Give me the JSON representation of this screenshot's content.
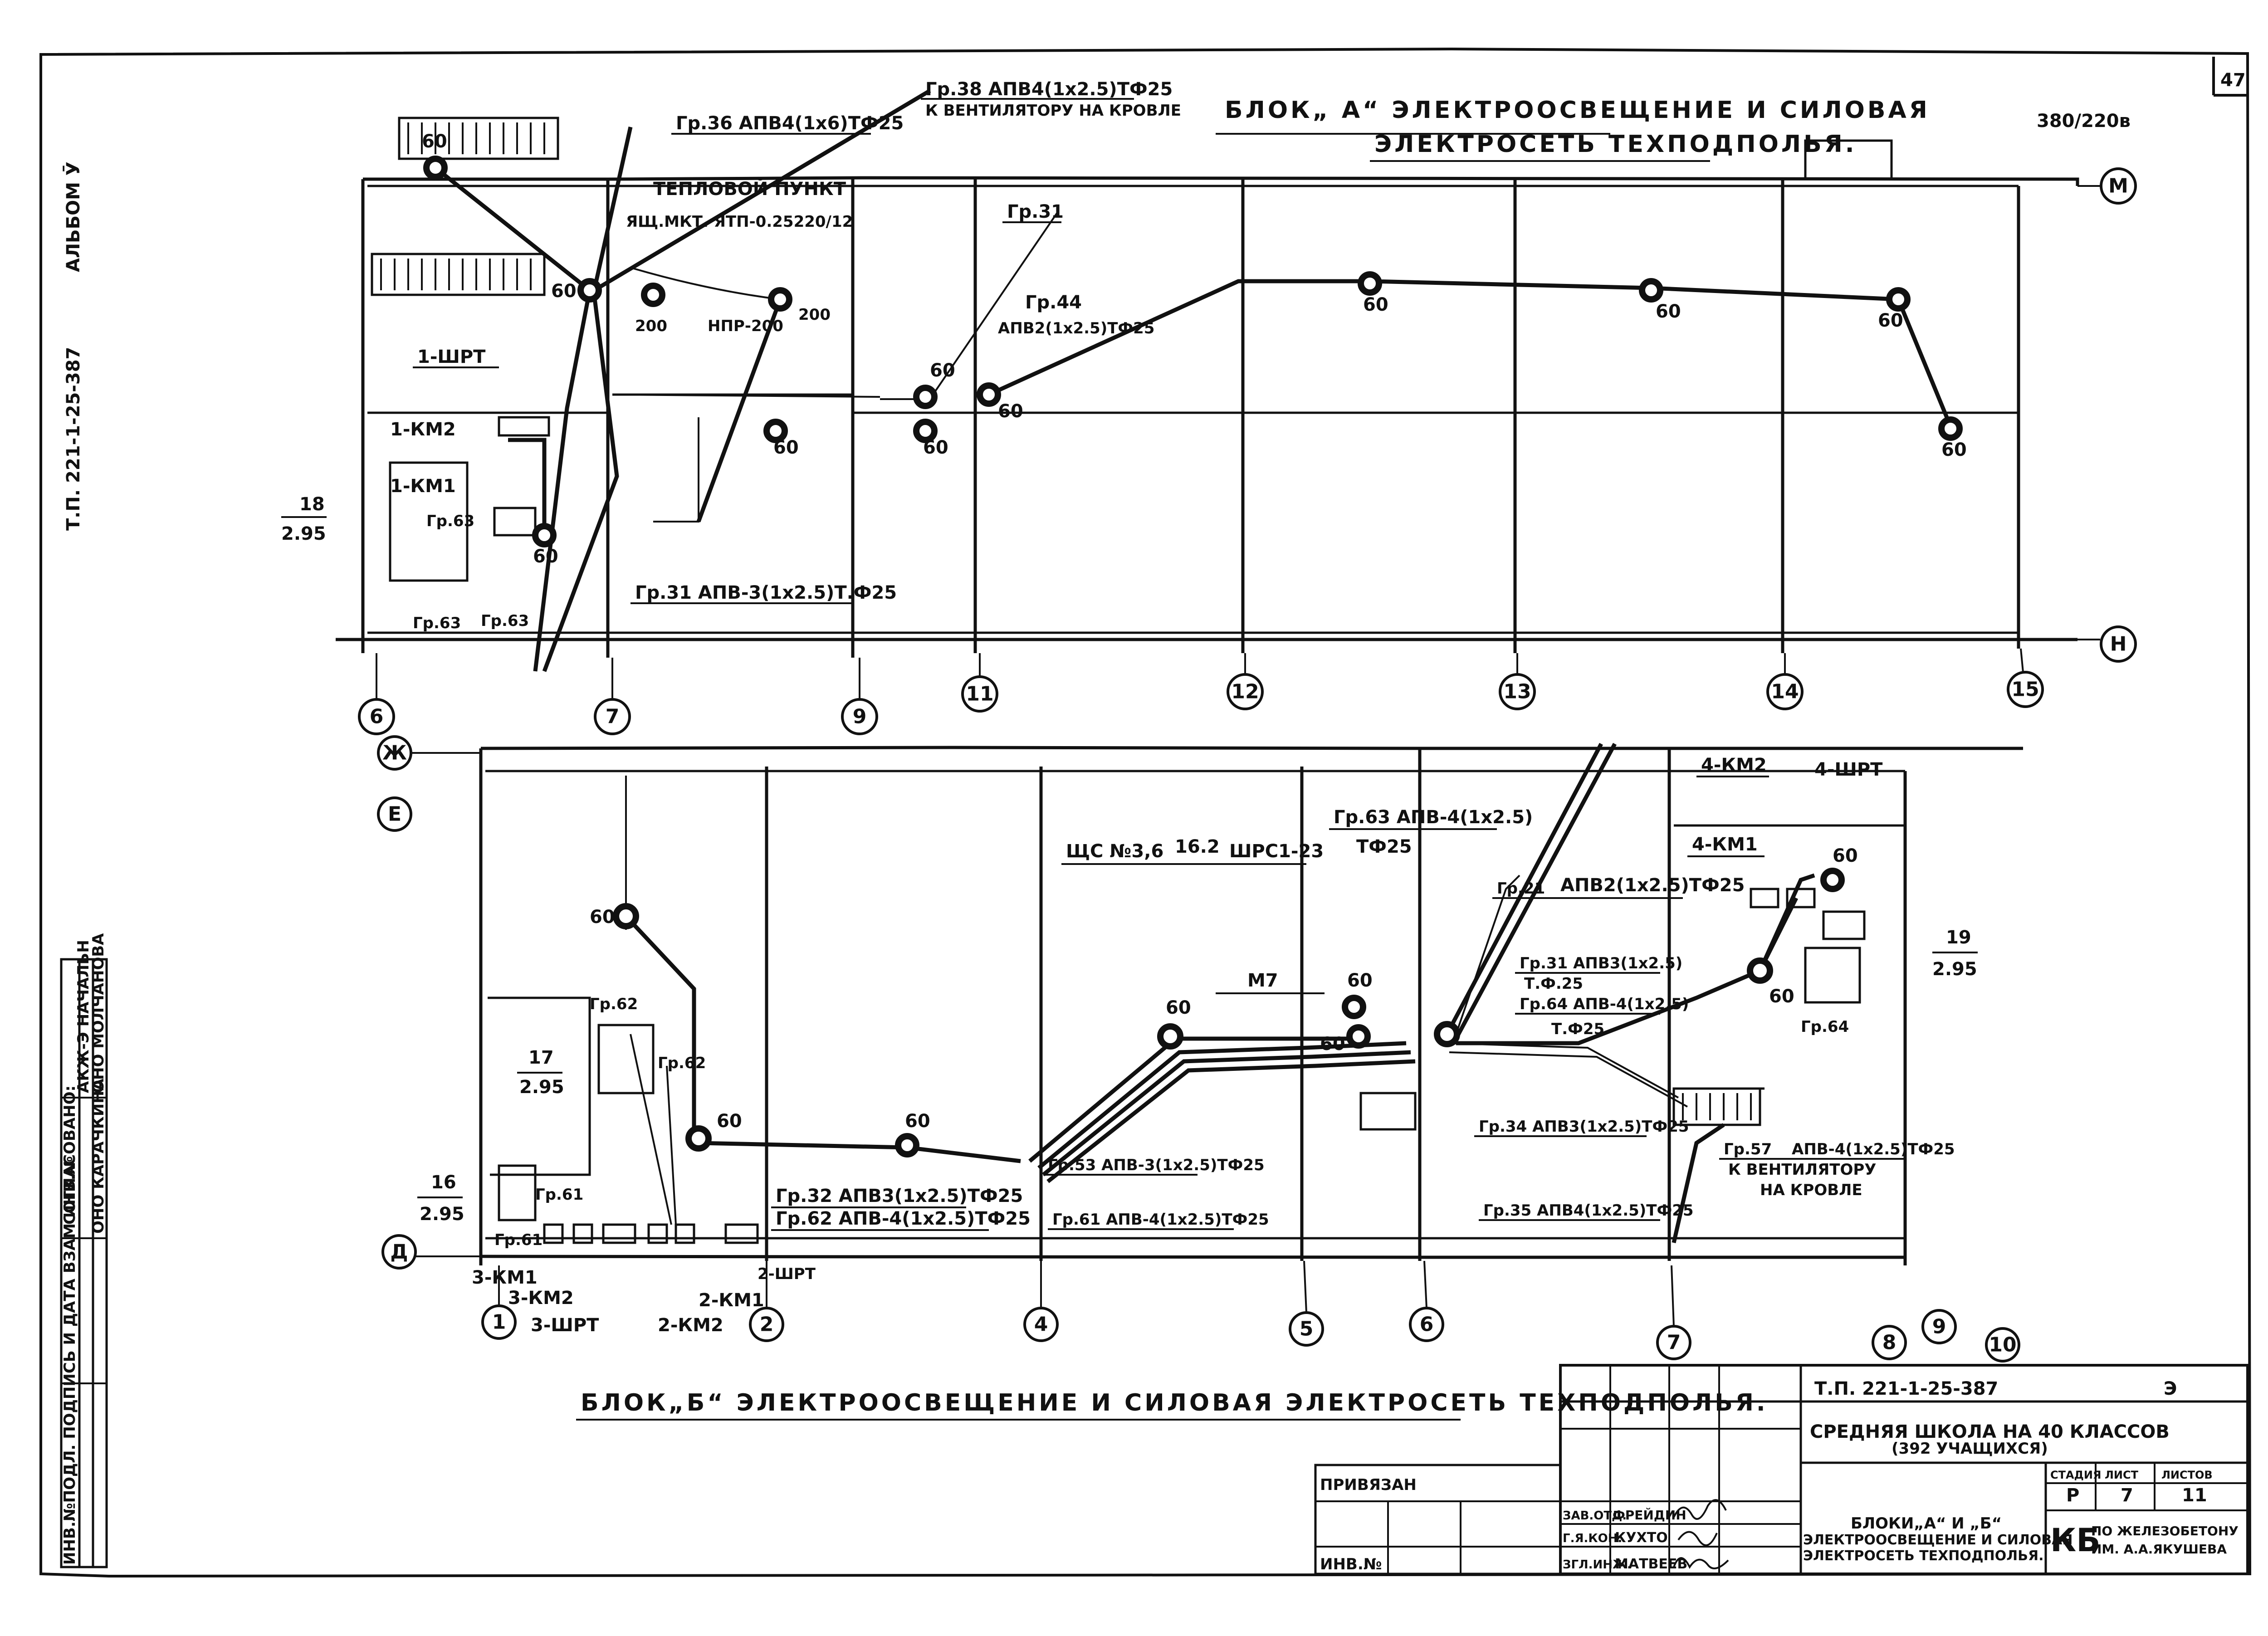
{
  "sheet_number": "47",
  "voltage": "380/220в",
  "album_side": "АЛЬБОМ Ӯ",
  "project_code_side": "Т.П. 221-1-25-387",
  "block_a": {
    "title_line1": "БЛОК„ А“  ЭЛЕКТРООСВЕЩЕНИЕ И СИЛОВАЯ",
    "title_line2": "ЭЛЕКТРОСЕТЬ ТЕХПОДПОЛЬЯ.",
    "labels": {
      "gr36": "Гр.36 АПВ4(1х6)ТФ25",
      "gr38": "Гр.38 АПВ4(1х2.5)ТФ25",
      "to_fan": "К ВЕНТИЛЯТОРУ НА КРОВЛЕ",
      "heat_point": "ТЕПЛОВОЙ ПУНКТ",
      "panel": "ЯЩ.МКТ. ЯТП-0.25220/12",
      "gr31_top": "Гр.31",
      "gr44": "Гр.44",
      "gr44_cable": "АПВ2(1х2.5)ТФ25",
      "shrt1": "1-ШРТ",
      "km2": "1-КМ2",
      "km1": "1-КМ1",
      "gr63a": "Гр.63",
      "gr63b": "Гр.63",
      "gr63c": "Гр.63",
      "gr31_cable": "Гр.31 АПВ-3(1х2.5)Т.Ф25",
      "lamp200": "200",
      "npr": "НПР-200",
      "lamp200b": "200",
      "frac_num": "18",
      "frac_den": "2.95"
    },
    "lamp_labels": [
      "60",
      "60",
      "60",
      "60",
      "60",
      "60",
      "60",
      "60",
      "60",
      "60",
      "60"
    ],
    "axes_x": [
      "6",
      "7",
      "9",
      "11",
      "12",
      "13",
      "14",
      "15"
    ],
    "axes_y": [
      "М",
      "Н"
    ]
  },
  "block_b": {
    "title": "БЛОК„Б“  ЭЛЕКТРООСВЕЩЕНИЕ И СИЛОВАЯ ЭЛЕКТРОСЕТЬ ТЕХПОДПОЛЬЯ.",
    "labels": {
      "shch": "ЩС №3,6",
      "shch_frac": "16.2",
      "shrs": "ШРС1-23",
      "gr63": "Гр.63 АПВ-4(1х2.5)",
      "gr63b": "ТФ25",
      "gr21": "Гр.21",
      "gr21_cable": "АПВ2(1х2.5)ТФ25",
      "gr31": "Гр.31 АПВ3(1х2.5)",
      "gr31b": "Т.Ф.25",
      "gr64": "Гр.64 АПВ-4(1х2.5)",
      "gr64b": "Т.Ф25",
      "m7": "М7",
      "gr34": "Гр.34 АПВ3(1х2.5)ТФ25",
      "gr35": "Гр.35 АПВ4(1х2.5)ТФ25",
      "gr57": "Гр.57",
      "gr57_cable": "АПВ-4(1х2.5)ТФ25",
      "gr57_fan": "К ВЕНТИЛЯТОРУ",
      "gr57_roof": "НА КРОВЛЕ",
      "gr53": "Гр.53 АПВ-3(1х2.5)ТФ25",
      "gr61c": "Гр.61 АПВ-4(1х2.5)ТФ25",
      "gr32": "Гр.32 АПВ3(1х2.5)ТФ25",
      "gr62c": "Гр.62 АПВ-4(1х2.5)ТФ25",
      "gr62a": "Гр.62",
      "gr62b": "Гр.62",
      "gr61": "Гр.61",
      "gr61b": "Гр.61",
      "gr64r": "Гр.64",
      "km2": "4-КМ2",
      "shrt4": "4-ШРТ",
      "km1": "4-КМ1",
      "km1_3": "3-КМ1",
      "km2_3": "3-КМ2",
      "shrt3": "3-ШРТ",
      "km2_2": "2-КМ2",
      "km1_2": "2-КМ1",
      "shrt2": "2-ШРТ",
      "f17n": "17",
      "f17d": "2.95",
      "f16n": "16",
      "f16d": "2.95",
      "f19n": "19",
      "f19d": "2.95"
    },
    "lamp_labels": [
      "60",
      "60",
      "60",
      "60",
      "60",
      "60",
      "60",
      "60"
    ],
    "axes_x": [
      "1",
      "2",
      "4",
      "5",
      "6",
      "7",
      "8",
      "9",
      "10"
    ],
    "axes_y": [
      "Ж",
      "Е",
      "Д"
    ]
  },
  "approval": {
    "title": "СОГЛАСОВАНО:",
    "rows": [
      "АКЖ-Э НАЧАЛЬН",
      "ОНО МОЛЧАНОВА",
      "ОНО КАРАЧКИНА"
    ],
    "inv_row": "ИНВ.№ПОДЛ. ПОДПИСЬ И ДАТА ВЗАМ ИНВ.№"
  },
  "stamp": {
    "code": "Т.П. 221-1-25-387",
    "mark": "Э",
    "object": "СРЕДНЯЯ ШКОЛА НА 40 КЛАССОВ",
    "object2": "(392 УЧАЩИХСЯ)",
    "stage_h": "СТАДИЯ",
    "sheet_h": "ЛИСТ",
    "sheets_h": "ЛИСТОВ",
    "stage": "Р",
    "sheet": "7",
    "sheets": "11",
    "privyazan": "ПРИВЯЗАН",
    "inv": "ИНВ.№",
    "r1_role": "ЗАВ.ОТД.",
    "r1_name": "ФРЕЙДИН",
    "r2_role": "Г.Я.КОН.",
    "r2_name": "КУХТО",
    "r3_role": "ЗГЛ.ИНЖ.",
    "r3_name": "МАТВЕЕВ",
    "desc1": "БЛОКИ„А“ И „Б“",
    "desc2": "ЭЛЕКТРООСВЕЩЕНИЕ И СИЛОВАЯ",
    "desc3": "ЭЛЕКТРОСЕТЬ ТЕХПОДПОЛЬЯ.",
    "org_mark": "КБ",
    "org1": "ПО ЖЕЛЕЗОБЕТОНУ",
    "org2": "ИМ. А.А.ЯКУШЕВА"
  }
}
